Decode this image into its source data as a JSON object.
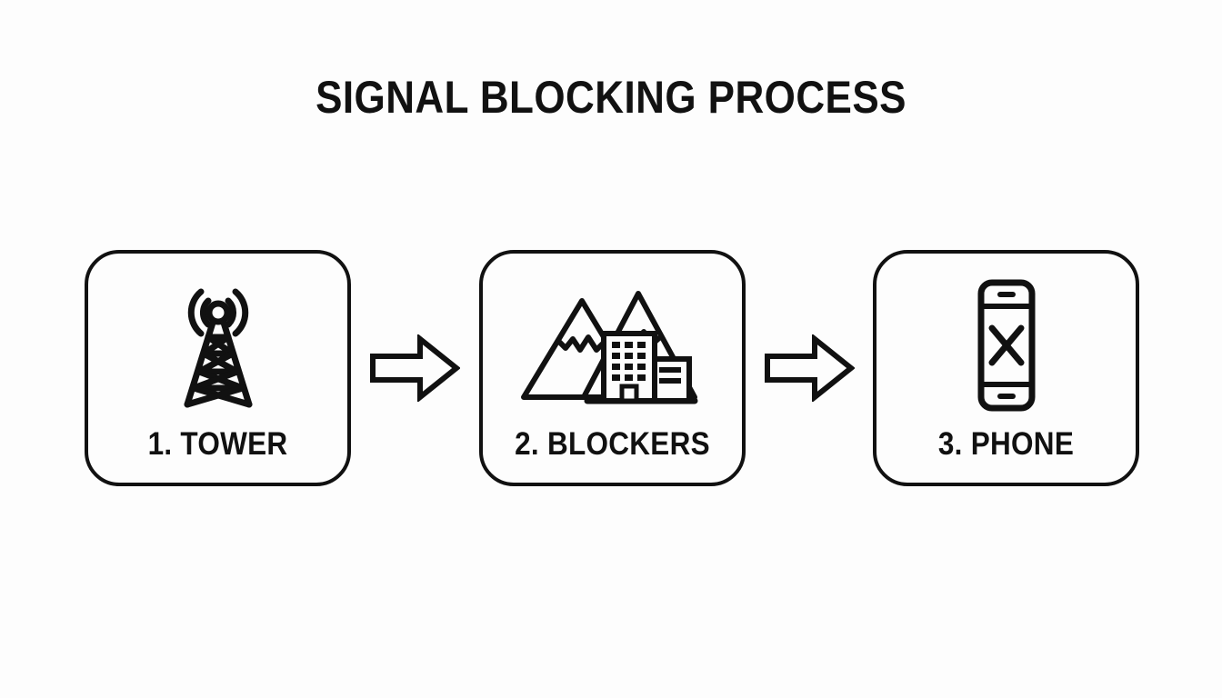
{
  "page": {
    "title": "SIGNAL BLOCKING PROCESS",
    "background_color": "#fdfdfd",
    "line_color": "#111111"
  },
  "flow": {
    "steps": [
      {
        "number": "1",
        "label": "1. TOWER",
        "icon": "radio-tower-icon"
      },
      {
        "number": "2",
        "label": "2. BLOCKERS",
        "icon": "mountains-buildings-icon"
      },
      {
        "number": "3",
        "label": "3. PHONE",
        "icon": "phone-blocked-icon"
      }
    ],
    "connectors": [
      {
        "icon": "arrow-right-icon"
      },
      {
        "icon": "arrow-right-icon"
      }
    ]
  }
}
